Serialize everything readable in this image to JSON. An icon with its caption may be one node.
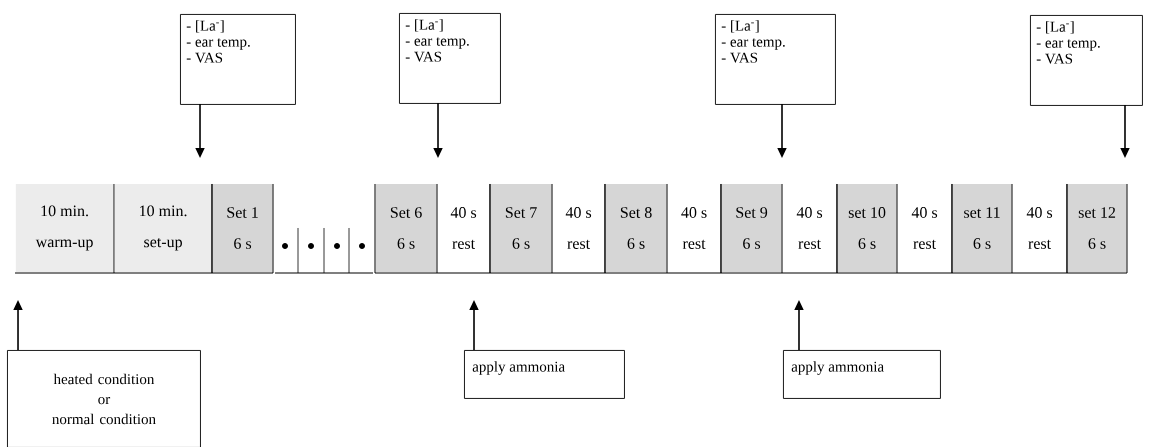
{
  "diagram": {
    "nodes": [
      {
        "text": [
          "- [La$^{-}$]",
          "- ear temp.",
          "- VAS"
        ]
      },
      {
        "text": [
          "- [La$^{-}$]",
          "- ear temp.",
          "- VAS"
        ]
      },
      {
        "text": [
          "- [La$^{-}$]",
          "- ear temp.",
          "- VAS"
        ]
      },
      {
        "text": [
          "- [La$^{-}$]",
          "- ear temp.",
          "- VAS"
        ]
      },
      {
        "text": [
          "10 min.",
          "warm-up"
        ]
      },
      {
        "text": [
          "10 min.",
          "set-up"
        ]
      },
      {
        "text": [
          "Set 1",
          "6 s"
        ]
      },
      {
        "text": [
          "Set 6",
          "6 s"
        ]
      },
      {
        "text": [
          "40 s",
          "rest"
        ]
      },
      {
        "text": [
          "Set 7",
          "6 s"
        ]
      },
      {
        "text": [
          "40 s",
          "rest"
        ]
      },
      {
        "text": [
          "Set 8",
          "6 s"
        ]
      },
      {
        "text": [
          "40 s",
          "rest"
        ]
      },
      {
        "text": [
          "Set 9",
          "6 s"
        ]
      },
      {
        "text": [
          "40 s",
          "rest"
        ]
      },
      {
        "text": [
          "set 10",
          "6 s"
        ]
      },
      {
        "text": [
          "40 s",
          "rest"
        ]
      },
      {
        "text": [
          "set 11",
          "6 s"
        ]
      },
      {
        "text": [
          "40 s",
          "rest"
        ]
      },
      {
        "text": [
          "set 12",
          "6 s"
        ]
      },
      {
        "text": [
          "heated condition or normal condition"
        ]
      },
      {
        "text": [
          "apply ammonia"
        ]
      },
      {
        "text": [
          "apply ammonia"
        ]
      }
    ],
    "edges": [
      {
        "from": 0,
        "to": null,
        "arrow": "to"
      },
      {
        "from": 1,
        "to": null,
        "arrow": "to"
      },
      {
        "from": 2,
        "to": null,
        "arrow": "to"
      },
      {
        "from": 3,
        "to": null,
        "arrow": "to"
      },
      {
        "from": 20,
        "to": null,
        "arrow": "to"
      },
      {
        "from": 21,
        "to": null,
        "arrow": "to"
      },
      {
        "from": 22,
        "to": null,
        "arrow": "to"
      }
    ]
  }
}
